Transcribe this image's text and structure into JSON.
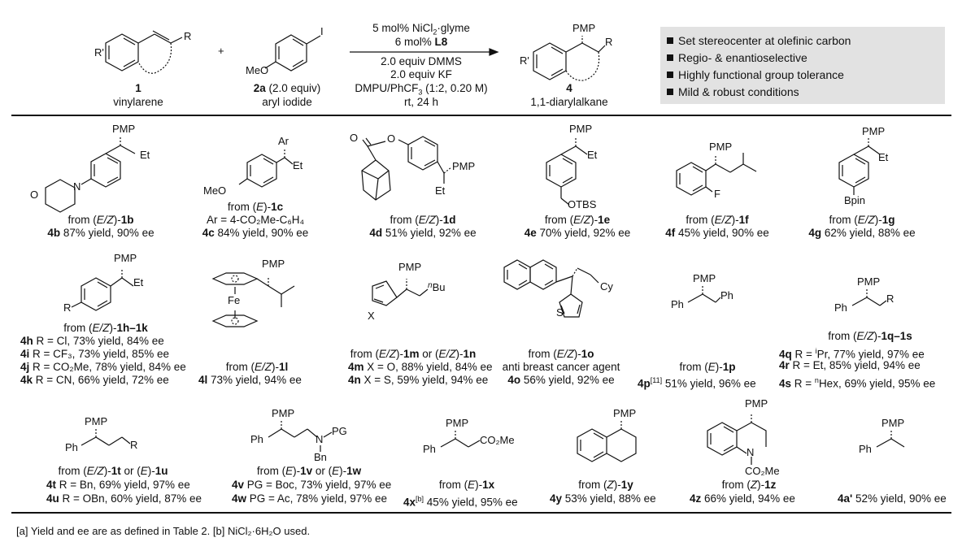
{
  "scheme": {
    "reactant1": {
      "id": "1",
      "name": "vinylarene",
      "sub": "R'",
      "r": "R"
    },
    "plus": "+",
    "reactant2": {
      "id": "2a",
      "equiv": " (2.0 equiv)",
      "name": "aryl iodide",
      "ome": "MeO",
      "iodo": "I"
    },
    "conditions": {
      "above_1a": "5 mol% NiCl",
      "above_1b": "2",
      "above_1c": "·glyme",
      "above_2a": "6 mol% ",
      "above_2b": "L8",
      "below_1": "2.0 equiv DMMS",
      "below_2": "2.0 equiv KF",
      "below_3a": "DMPU/PhCF",
      "below_3b": "3",
      "below_3c": " (1:2, 0.20 M)",
      "below_4": "rt, 24 h"
    },
    "product": {
      "id": "4",
      "name": "1,1-diarylalkane",
      "pmp": "PMP",
      "r": "R",
      "sub": "R'"
    }
  },
  "features": [
    "Set stereocenter at olefinic carbon",
    "Regio- & enantioselective",
    "Highly functional group tolerance",
    "Mild & robust conditions"
  ],
  "entries": {
    "e4b": {
      "from_a": "from (",
      "from_i": "E/Z",
      "from_b": ")-",
      "from_id": "1b",
      "id": "4b",
      "result": " 87% yield, 90% ee",
      "pmp": "PMP",
      "et": "Et",
      "n": "N",
      "o": "O"
    },
    "e4c": {
      "from_a": "from (",
      "from_i": "E",
      "from_b": ")-",
      "from_id": "1c",
      "line2": "Ar = 4-CO₂Me-C₆H₄",
      "id": "4c",
      "result": " 84% yield, 90% ee",
      "ar": "Ar",
      "et": "Et",
      "ome": "MeO"
    },
    "e4d": {
      "from_a": "from (",
      "from_i": "E/Z",
      "from_b": ")-",
      "from_id": "1d",
      "id": "4d",
      "result": " 51% yield, 92% ee",
      "o1": "O",
      "o2": "O",
      "pmp": "PMP",
      "et": "Et"
    },
    "e4e": {
      "from_a": "from (",
      "from_i": "E/Z",
      "from_b": ")-",
      "from_id": "1e",
      "id": "4e",
      "result": " 70% yield, 92% ee",
      "pmp": "PMP",
      "et": "Et",
      "otbs": "OTBS"
    },
    "e4f": {
      "from_a": "from (",
      "from_i": "E/Z",
      "from_b": ")-",
      "from_id": "1f",
      "id": "4f",
      "result": " 45% yield, 90% ee",
      "pmp": "PMP",
      "f": "F"
    },
    "e4g": {
      "from_a": "from (",
      "from_i": "E/Z",
      "from_b": ")-",
      "from_id": "1g",
      "id": "4g",
      "result": " 62% yield, 88% ee",
      "pmp": "PMP",
      "et": "Et",
      "bpin": "Bpin"
    },
    "e4h": {
      "from_a": "from (",
      "from_i": "E/Z",
      "from_b": ")-",
      "from_id": "1h–1k",
      "pmp": "PMP",
      "et": "Et",
      "r": "R",
      "rows": [
        {
          "id": "4h",
          "text": " R = Cl, 73% yield, 84% ee"
        },
        {
          "id": "4i",
          "text": " R = CF₃, 73% yield, 85% ee"
        },
        {
          "id": "4j",
          "text": " R = CO₂Me, 78% yield, 84% ee"
        },
        {
          "id": "4k",
          "text": " R = CN, 66% yield, 72% ee"
        }
      ]
    },
    "e4l": {
      "from_a": "from (",
      "from_i": "E/Z",
      "from_b": ")-",
      "from_id": "1l",
      "id": "4l",
      "result": " 73% yield, 94% ee",
      "pmp": "PMP",
      "fe": "Fe"
    },
    "e4m": {
      "from_a": "from (",
      "from_i": "E/Z",
      "from_b": ")-",
      "from_id": "1m",
      "or": " or (",
      "from_i2": "E/Z",
      "from_b2": ")-",
      "from_id2": "1n",
      "rows": [
        {
          "id": "4m",
          "text": " X = O, 88% yield, 84% ee"
        },
        {
          "id": "4n",
          "text": " X = S, 59% yield, 94% ee"
        }
      ],
      "pmp": "PMP",
      "nbu": "Bu",
      "nbu_pre": "n",
      "x": "X"
    },
    "e4o": {
      "from_a": "from (",
      "from_i": "E/Z",
      "from_b": ")-",
      "from_id": "1o",
      "line2": "anti breast cancer agent",
      "id": "4o",
      "result": " 56% yield, 92% ee",
      "cy": "Cy",
      "s": "S"
    },
    "e4p": {
      "from_a": "from (",
      "from_i": "E",
      "from_b": ")-",
      "from_id": "1p",
      "id": "4p",
      "ref": "[11]",
      "result": " 51% yield, 96% ee",
      "pmp": "PMP",
      "ph1": "Ph",
      "ph2": "Ph"
    },
    "e4q": {
      "from_a": "from (",
      "from_i": "E/Z",
      "from_b": ")-",
      "from_id": "1q–1s",
      "pmp": "PMP",
      "ph": "Ph",
      "r": "R",
      "rows": [
        {
          "id": "4q",
          "pre": " R = ",
          "sup": "i",
          "text": "Pr, 77% yield, 97% ee"
        },
        {
          "id": "4r",
          "pre": "",
          "sup": "",
          "text": " R = Et, 85% yield, 94% ee"
        },
        {
          "id": "4s",
          "pre": " R = ",
          "sup": "n",
          "text": "Hex, 69% yield, 95% ee"
        }
      ]
    },
    "e4t": {
      "from_a": "from (",
      "from_i": "E/Z",
      "from_b": ")-",
      "from_id": "1t",
      "or": " or (",
      "from_i2": "E",
      "from_b2": ")-",
      "from_id2": "1u",
      "rows": [
        {
          "id": "4t",
          "text": " R = Bn, 69% yield, 97% ee"
        },
        {
          "id": "4u",
          "text": " R = OBn, 60% yield, 87% ee"
        }
      ],
      "pmp": "PMP",
      "ph": "Ph",
      "r": "R"
    },
    "e4v": {
      "from_a": "from (",
      "from_i": "E",
      "from_b": ")-",
      "from_id": "1v",
      "or": " or (",
      "from_i2": "E",
      "from_b2": ")-",
      "from_id2": "1w",
      "rows": [
        {
          "id": "4v",
          "text": " PG = Boc, 73% yield, 97% ee"
        },
        {
          "id": "4w",
          "text": " PG = Ac, 78% yield, 97% ee"
        }
      ],
      "pmp": "PMP",
      "ph": "Ph",
      "n": "N",
      "pg": "PG",
      "bn": "Bn"
    },
    "e4x": {
      "from_a": "from (",
      "from_i": "E",
      "from_b": ")-",
      "from_id": "1x",
      "id": "4x",
      "ref": "[b]",
      "result": " 45% yield, 95% ee",
      "pmp": "PMP",
      "ph": "Ph",
      "co2me": "CO₂Me"
    },
    "e4y": {
      "from_a": "from (",
      "from_i": "Z",
      "from_b": ")-",
      "from_id": "1y",
      "id": "4y",
      "result": " 53% yield, 88% ee",
      "pmp": "PMP"
    },
    "e4z": {
      "from_a": "from (",
      "from_i": "Z",
      "from_b": ")-",
      "from_id": "1z",
      "id": "4z",
      "result": " 66% yield, 94% ee",
      "pmp": "PMP",
      "n": "N",
      "co2me": "CO₂Me"
    },
    "e4a": {
      "id": "4a'",
      "result": " 52% yield, 90% ee",
      "pmp": "PMP",
      "ph": "Ph"
    }
  },
  "footnote": "[a] Yield and ee are as defined in Table 2. [b] NiCl₂·6H₂O used."
}
